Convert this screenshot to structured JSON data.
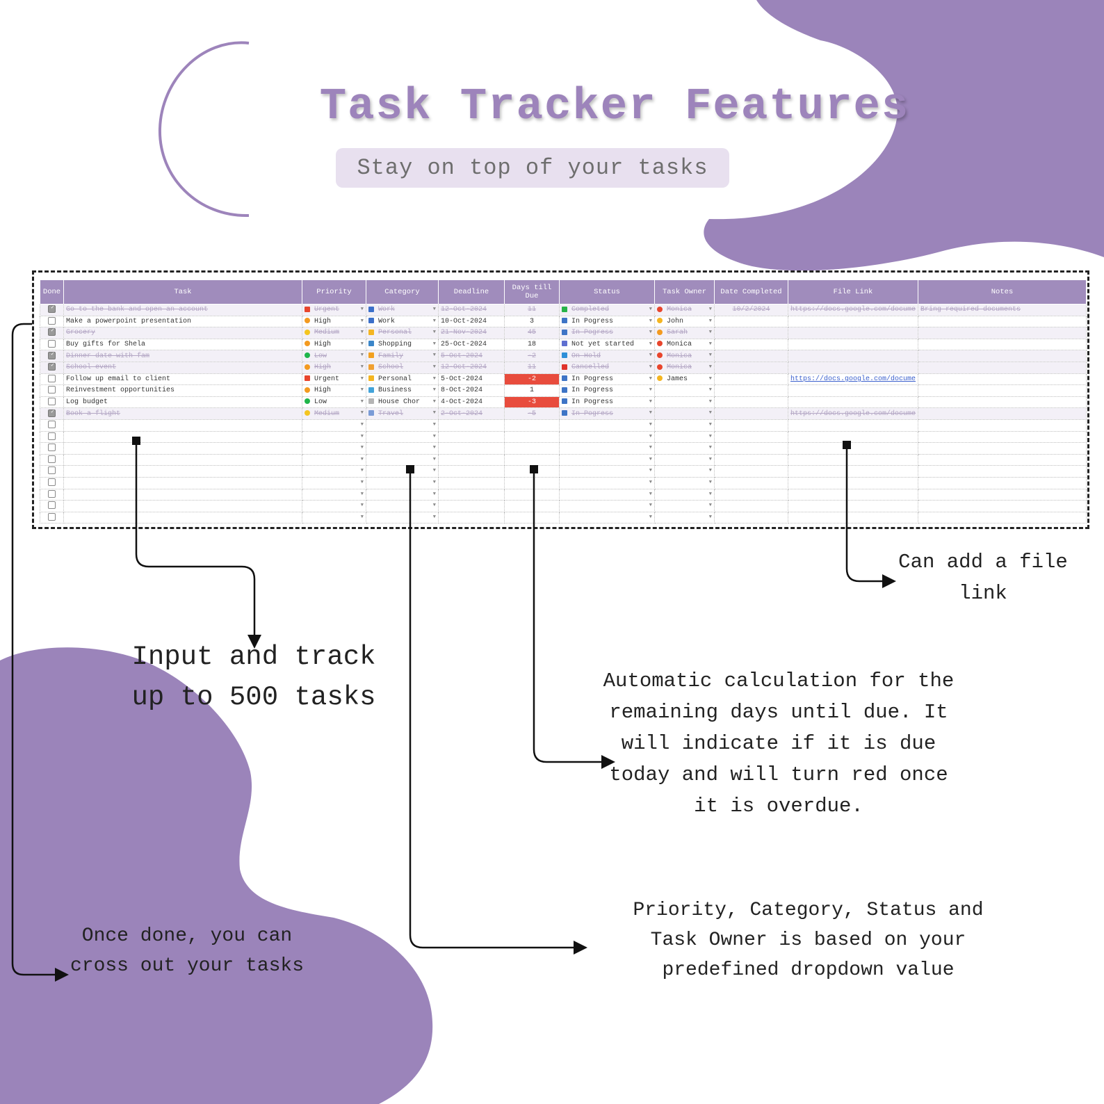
{
  "header": {
    "title": "Task Tracker Features",
    "subtitle": "Stay on top of your tasks"
  },
  "colors": {
    "accent_purple": "#9d84bb",
    "blob_purple": "#9b84ba",
    "subtitle_bg": "#e8e0ef",
    "overdue_red": "#e84c3d"
  },
  "sheet": {
    "columns": [
      "Done",
      "Task",
      "Priority",
      "Category",
      "Deadline",
      "Days till Due",
      "Status",
      "Task Owner",
      "Date Completed",
      "File Link",
      "Notes"
    ],
    "rows": [
      {
        "done": true,
        "task": "Go to the bank and open an account",
        "priority": "Urgent",
        "priority_icon": "flag-icon",
        "category": "Work",
        "category_icon": "briefcase-icon",
        "deadline": "12-Oct-2024",
        "days": "11",
        "status": "Completed",
        "status_icon": "check-icon",
        "owner": "Monica",
        "completed": "10/2/2024",
        "link": "https://docs.google.com/docume",
        "notes": "Bring required documents"
      },
      {
        "done": false,
        "task": "Make a powerpoint presentation",
        "priority": "High",
        "priority_icon": "fire-icon",
        "category": "Work",
        "category_icon": "briefcase-icon",
        "deadline": "10-Oct-2024",
        "days": "3",
        "status": "In Pogress",
        "status_icon": "hourglass-icon",
        "owner": "John",
        "completed": "",
        "link": "",
        "notes": ""
      },
      {
        "done": true,
        "task": "Grocery",
        "priority": "Medium",
        "priority_icon": "circle-icon",
        "category": "Personal",
        "category_icon": "star-icon",
        "deadline": "21-Nov-2024",
        "days": "45",
        "status": "In Pogress",
        "status_icon": "hourglass-icon",
        "owner": "Sarah",
        "completed": "",
        "link": "",
        "notes": ""
      },
      {
        "done": false,
        "task": "Buy gifts for Shela",
        "priority": "High",
        "priority_icon": "fire-icon",
        "category": "Shopping",
        "category_icon": "cart-icon",
        "deadline": "25-Oct-2024",
        "days": "18",
        "status": "Not yet started",
        "status_icon": "arrows-icon",
        "owner": "Monica",
        "completed": "",
        "link": "",
        "notes": ""
      },
      {
        "done": true,
        "task": "Dinner date with fam",
        "priority": "Low",
        "priority_icon": "circle-icon",
        "category": "Family",
        "category_icon": "home-icon",
        "deadline": "5-Oct-2024",
        "days": "-2",
        "status": "On Hold",
        "status_icon": "pause-icon",
        "owner": "Monica",
        "completed": "",
        "link": "",
        "notes": ""
      },
      {
        "done": true,
        "task": "School event",
        "priority": "High",
        "priority_icon": "fire-icon",
        "category": "School",
        "category_icon": "school-icon",
        "deadline": "12-Oct-2024",
        "days": "11",
        "status": "Cancelled",
        "status_icon": "cross-icon",
        "owner": "Monica",
        "completed": "",
        "link": "",
        "notes": ""
      },
      {
        "done": false,
        "task": "Follow up email to client",
        "priority": "Urgent",
        "priority_icon": "flag-icon",
        "category": "Personal",
        "category_icon": "star-icon",
        "deadline": "5-Oct-2024",
        "days": "-2",
        "status": "In Pogress",
        "status_icon": "hourglass-icon",
        "owner": "James",
        "completed": "",
        "link": "https://docs.google.com/docume",
        "notes": ""
      },
      {
        "done": false,
        "task": "Reinvestment opportunities",
        "priority": "High",
        "priority_icon": "fire-icon",
        "category": "Business",
        "category_icon": "chart-icon",
        "deadline": "8-Oct-2024",
        "days": "1",
        "status": "In Pogress",
        "status_icon": "hourglass-icon",
        "owner": "",
        "completed": "",
        "link": "",
        "notes": ""
      },
      {
        "done": false,
        "task": "Log budget",
        "priority": "Low",
        "priority_icon": "circle-icon",
        "category": "House Chor",
        "category_icon": "house-icon",
        "deadline": "4-Oct-2024",
        "days": "-3",
        "status": "In Pogress",
        "status_icon": "hourglass-icon",
        "owner": "",
        "completed": "",
        "link": "",
        "notes": ""
      },
      {
        "done": true,
        "task": "Book a flight",
        "priority": "Medium",
        "priority_icon": "circle-icon",
        "category": "Travel",
        "category_icon": "plane-icon",
        "deadline": "2-Oct-2024",
        "days": "-5",
        "status": "In Pogress",
        "status_icon": "hourglass-icon",
        "owner": "",
        "completed": "",
        "link": "https://docs.google.com/docume",
        "notes": ""
      }
    ],
    "empty_rows": 9
  },
  "annotations": {
    "input": "Input and track up to 500 tasks",
    "file_link": "Can add a file link",
    "auto_calc": "Automatic calculation for the remaining days until due. It will indicate if it is due today and will turn red once it is overdue.",
    "dropdowns": "Priority, Category, Status and Task Owner is based on your predefined dropdown value",
    "done": "Once done, you can cross out your tasks"
  }
}
